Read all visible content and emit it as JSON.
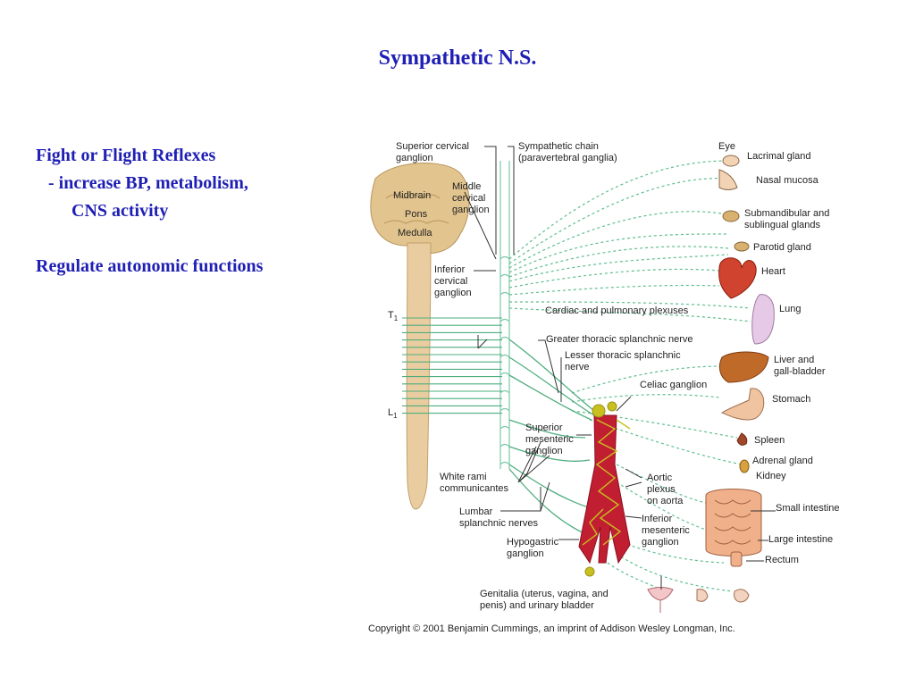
{
  "slide": {
    "title": "Sympathetic N.S.",
    "bullets": {
      "line1": "Fight or Flight Reflexes",
      "line2": "-  increase BP, metabolism,",
      "line3": "CNS activity",
      "line4": "Regulate autonomic functions"
    }
  },
  "diagram": {
    "labels": {
      "sup_cerv_1": "Superior cervical",
      "sup_cerv_2": "ganglion",
      "symp_chain_1": "Sympathetic chain",
      "symp_chain_2": "(paravertebral ganglia)",
      "midbrain": "Midbrain",
      "pons": "Pons",
      "medulla": "Medulla",
      "mid_cerv_1": "Middle",
      "mid_cerv_2": "cervical",
      "mid_cerv_3": "ganglion",
      "inf_cerv_1": "Inferior",
      "inf_cerv_2": "cervical",
      "inf_cerv_3": "ganglion",
      "t1": "T",
      "t1_sub": "1",
      "l1": "L",
      "l1_sub": "1",
      "eye": "Eye",
      "lacrimal": "Lacrimal gland",
      "nasal": "Nasal mucosa",
      "submand_1": "Submandibular and",
      "submand_2": "sublingual glands",
      "parotid": "Parotid gland",
      "heart": "Heart",
      "lung": "Lung",
      "cardiac": "Cardiac and pulmonary plexuses",
      "greater": "Greater thoracic splanchnic nerve",
      "lesser_1": "Lesser thoracic splanchnic",
      "lesser_2": "nerve",
      "liver_1": "Liver and",
      "liver_2": "gall-bladder",
      "celiac": "Celiac ganglion",
      "stomach": "Stomach",
      "sup_mes_1": "Superior",
      "sup_mes_2": "mesenteric",
      "sup_mes_3": "ganglion",
      "spleen": "Spleen",
      "adrenal": "Adrenal gland",
      "kidney": "Kidney",
      "white_1": "White rami",
      "white_2": "communicantes",
      "aortic_1": "Aortic",
      "aortic_2": "plexus",
      "aortic_3": "on aorta",
      "small_int": "Small intestine",
      "lumbar_1": "Lumbar",
      "lumbar_2": "splanchnic nerves",
      "inf_mes_1": "Inferior",
      "inf_mes_2": "mesenteric",
      "inf_mes_3": "ganglion",
      "large_int": "Large intestine",
      "hypo_1": "Hypogastric",
      "hypo_2": "ganglion",
      "rectum": "Rectum",
      "genit_1": "Genitalia (uterus, vagina, and",
      "genit_2": "penis) and urinary bladder"
    },
    "copyright": "Copyright © 2001 Benjamin Cummings, an imprint of Addison Wesley Longman, Inc.",
    "colors": {
      "nerve_dashed": "#5fbf8f",
      "nerve_solid": "#4fae7f",
      "spinal_cord": "#e9cda0",
      "brain": "#e2c48e",
      "aorta": "#c21e32",
      "plexus": "#c9c020",
      "text_blue": "#1f1fb4"
    }
  }
}
